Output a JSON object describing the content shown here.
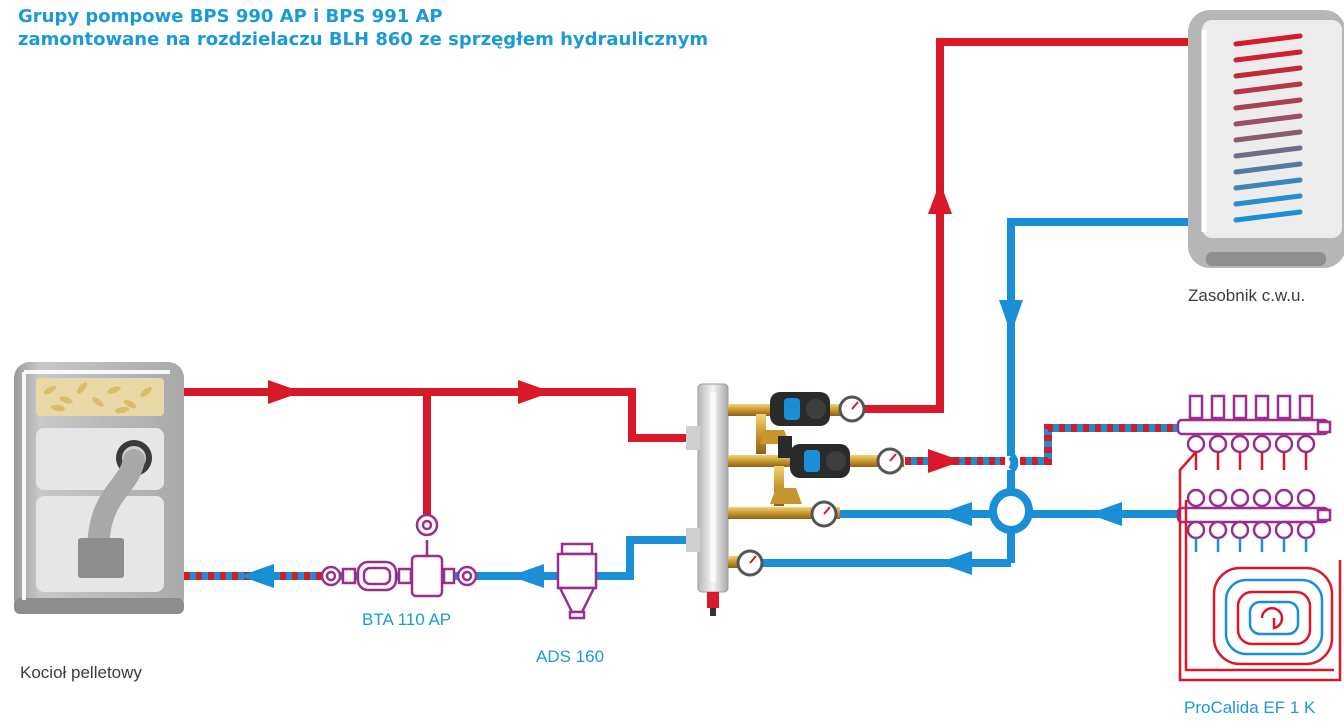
{
  "title": {
    "line1": "Grupy pompowe BPS 990 AP i BPS 991 AP",
    "line2": "zamontowane na rozdzielaczu BLH 860 ze sprzęgłem hydraulicznym"
  },
  "labels": {
    "boiler": "Kocioł pelletowy",
    "bta": "BTA 110 AP",
    "ads": "ADS 160",
    "tank": "Zasobnik c.w.u.",
    "floor": "ProCalida EF 1 K"
  },
  "colors": {
    "supply_red": "#d7192a",
    "return_blue": "#1a8fd6",
    "accessory_purple": "#9b2d8e",
    "appliance_gray": "#b9b9b9",
    "title_blue": "#1a9ad6"
  },
  "icons": [
    "pellet-boiler-icon",
    "hot-water-tank-icon",
    "hydraulic-separator-icon",
    "pump-group-icon",
    "thermometer-icon",
    "dirt-separator-icon",
    "thermostatic-valve-icon",
    "floor-manifold-icon",
    "floor-heating-coil-icon",
    "flow-arrow-icon"
  ]
}
